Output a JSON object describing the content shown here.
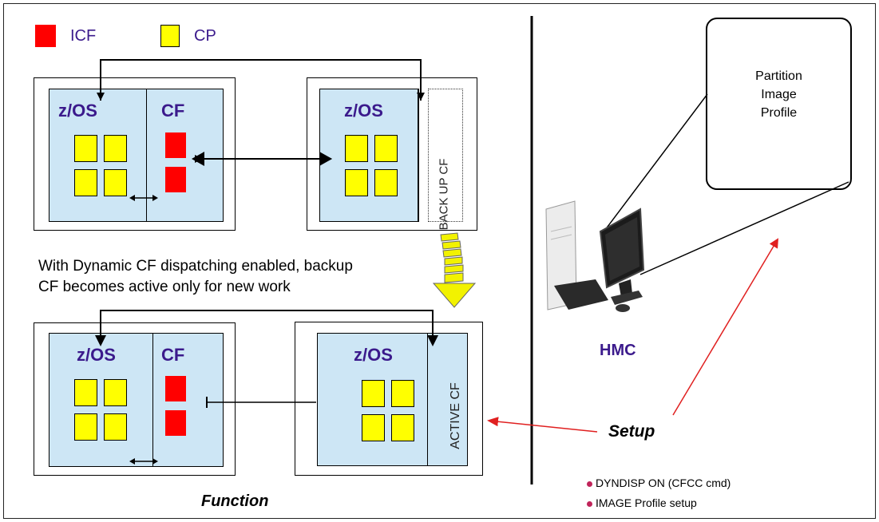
{
  "legend": {
    "icf_label": "ICF",
    "cp_label": "CP"
  },
  "boxes": {
    "top_left": {
      "zos": "z/OS",
      "cf": "CF"
    },
    "top_right": {
      "zos": "z/OS",
      "cf_side": "BACK UP CF"
    },
    "bottom_left": {
      "zos": "z/OS",
      "cf": "CF"
    },
    "bottom_right": {
      "zos": "z/OS",
      "cf_side": "ACTIVE CF"
    }
  },
  "note": {
    "line1": "With Dynamic CF dispatching enabled, backup",
    "line2": "CF becomes active only for new work"
  },
  "profile": {
    "line1": "Partition",
    "line2": "Image",
    "line3": "Profile"
  },
  "hmc_label": "HMC",
  "setup_label": "Setup",
  "function_label": "Function",
  "bullets": [
    "DYNDISP ON (CFCC cmd)",
    "IMAGE Profile setup"
  ],
  "colors": {
    "icf": "#ff0000",
    "cp": "#ffff00",
    "panel": "#cde6f5",
    "label": "#3b1a8c",
    "setup_arrow": "#e02020",
    "shift_arrow": "#f2f200"
  }
}
